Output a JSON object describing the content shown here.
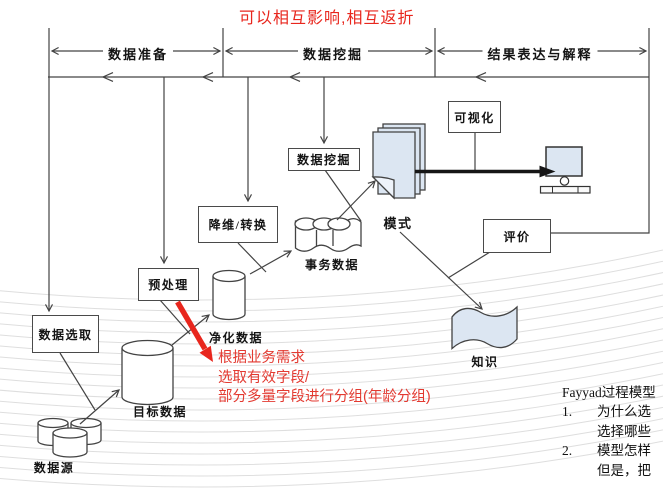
{
  "diagram": {
    "top_annotation": "可以相互影响,相互返折",
    "phases": [
      "数据准备",
      "数据挖掘",
      "结果表达与解释"
    ],
    "process_steps": {
      "data_selection": "数据选取",
      "preprocessing": "预处理",
      "transformation": "降维/转换",
      "data_mining": "数据挖掘",
      "visualization": "可视化",
      "evaluation": "评价"
    },
    "artifacts": {
      "data_source": "数据源",
      "target_data": "目标数据",
      "cleaned_data": "净化数据",
      "transaction_data": "事务数据",
      "patterns": "模式",
      "knowledge": "知识"
    },
    "red_note_lines": [
      "根据业务需求",
      "选取有效字段/",
      "部分多量字段进行分组(年龄分组)"
    ]
  },
  "notes": {
    "title": "Fayyad过程模型",
    "items": [
      {
        "num": "1.",
        "line1": "为什么选",
        "line2": "选择哪些"
      },
      {
        "num": "2.",
        "line1": "模型怎样",
        "line2": "但是，把"
      }
    ]
  },
  "colors": {
    "line": "#434343",
    "shape_fill": "#dce6f2",
    "annotation_red": "#e8261d",
    "watermark": "#dedede"
  }
}
